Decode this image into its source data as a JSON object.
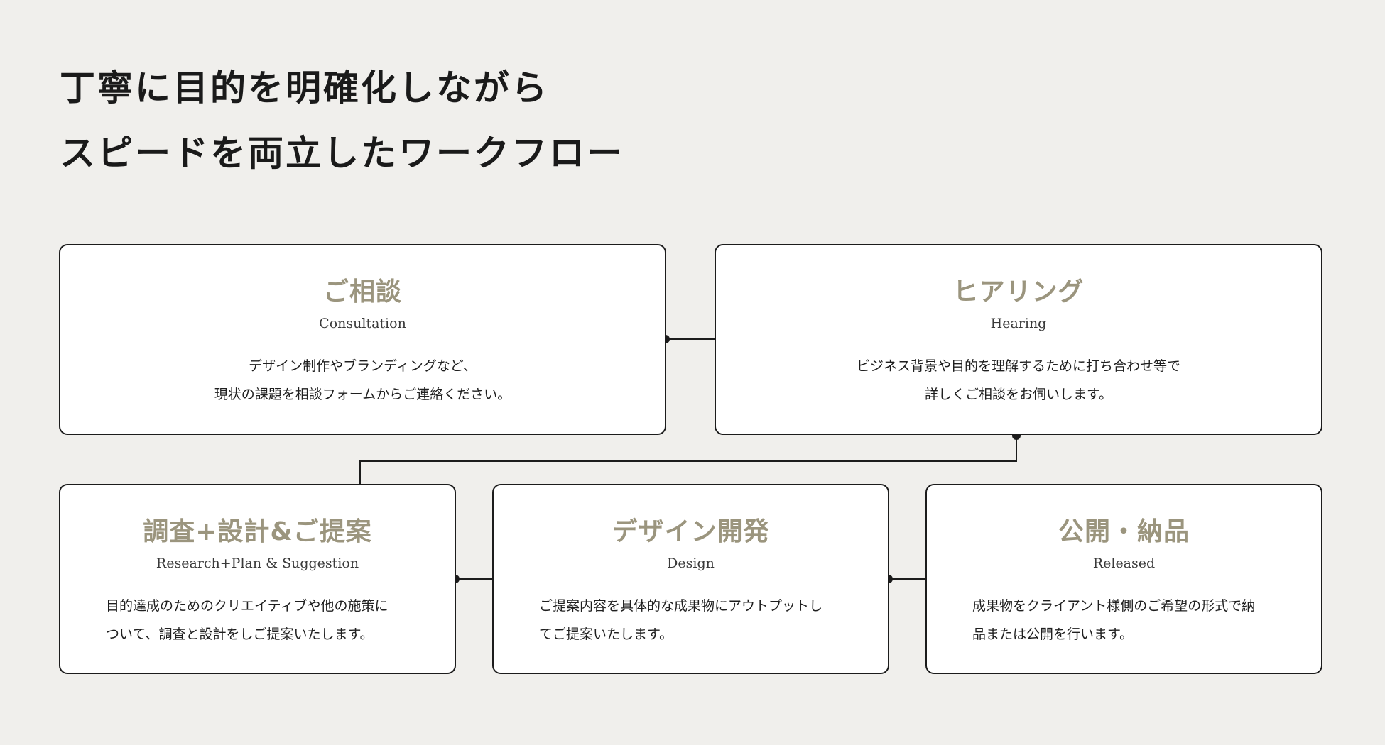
{
  "heading": {
    "line1": "丁寧に目的を明確化しながら",
    "line2": "スピードを両立したワークフロー"
  },
  "steps": [
    {
      "title": "ご相談",
      "subtitle": "Consultation",
      "desc_line1": "デザイン制作やブランディングなど、",
      "desc_line2": "現状の課題を相談フォームからご連絡ください。"
    },
    {
      "title": "ヒアリング",
      "subtitle": "Hearing",
      "desc_line1": "ビジネス背景や目的を理解するために打ち合わせ等で",
      "desc_line2": "詳しくご相談をお伺いします。"
    },
    {
      "title": "調査+設計&ご提案",
      "subtitle": "Research+Plan & Suggestion",
      "desc_line1": "目的達成のためのクリエイティブや他の施策に",
      "desc_line2": "ついて、調査と設計をしご提案いたします。"
    },
    {
      "title": "デザイン開発",
      "subtitle": "Design",
      "desc_line1": "ご提案内容を具体的な成果物にアウトプットし",
      "desc_line2": "てご提案いたします。"
    },
    {
      "title": "公開・納品",
      "subtitle": "Released",
      "desc_line1": "成果物をクライアント様側のご希望の形式で納",
      "desc_line2": "品または公開を行います。"
    }
  ],
  "colors": {
    "background": "#f0efec",
    "card": "#ffffff",
    "title_accent": "#9b957e",
    "line": "#1c1c1c"
  }
}
